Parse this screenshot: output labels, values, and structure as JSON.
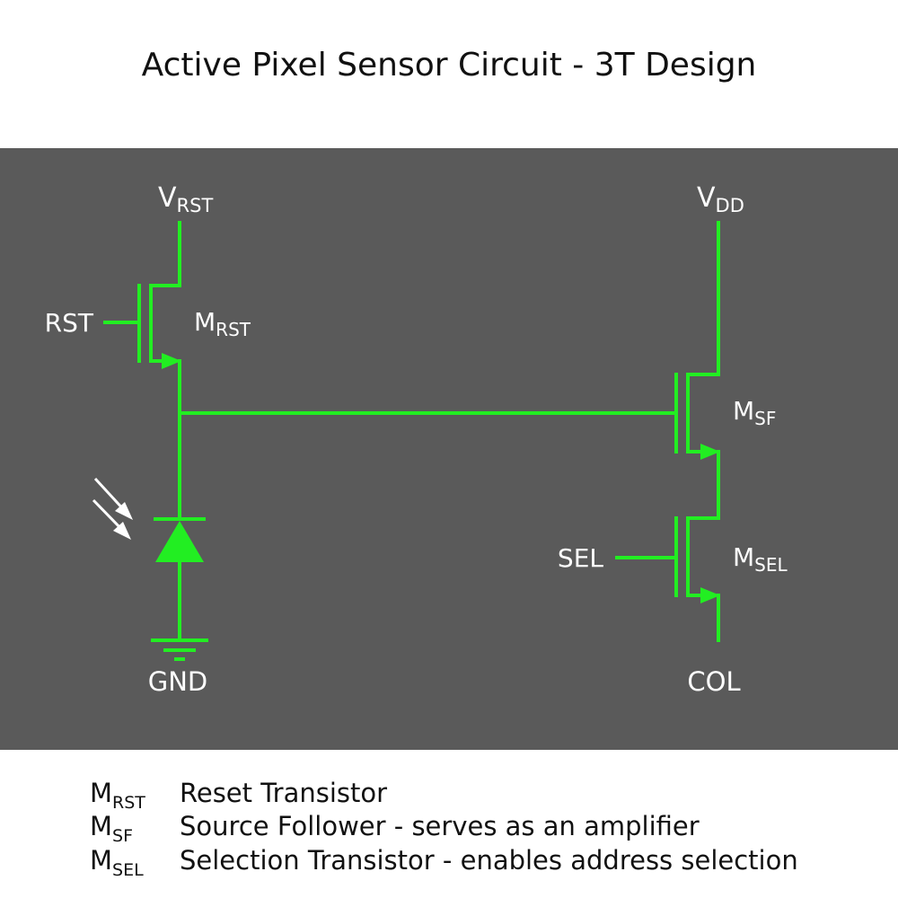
{
  "title": "Active Pixel Sensor Circuit - 3T Design",
  "colors": {
    "background": "#5a5a5a",
    "wire": "#22ee22",
    "label": "#ffffff",
    "text": "#111111"
  },
  "circuit": {
    "vrst": {
      "main": "V",
      "sub": "RST"
    },
    "vdd": {
      "main": "V",
      "sub": "DD"
    },
    "rst_signal": "RST",
    "sel_signal": "SEL",
    "gnd": "GND",
    "col": "COL",
    "m_rst": {
      "main": "M",
      "sub": "RST"
    },
    "m_sf": {
      "main": "M",
      "sub": "SF"
    },
    "m_sel": {
      "main": "M",
      "sub": "SEL"
    },
    "photodiode_icon": "photodiode-icon",
    "ground_icon": "ground-icon",
    "light_icon": "light-arrows-icon"
  },
  "legend": [
    {
      "main": "M",
      "sub": "RST",
      "desc": "Reset Transistor"
    },
    {
      "main": "M",
      "sub": "SF",
      "desc": "Source Follower - serves as an amplifier"
    },
    {
      "main": "M",
      "sub": "SEL",
      "desc": "Selection Transistor - enables address selection"
    }
  ]
}
